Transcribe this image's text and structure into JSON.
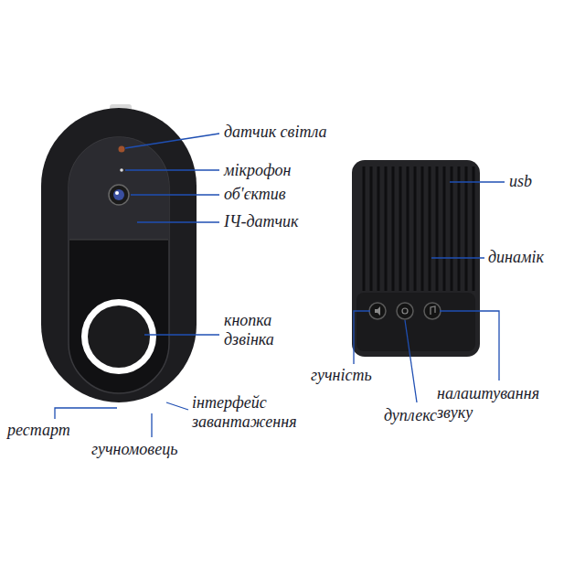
{
  "diagram": {
    "labels": [
      "датчик світла",
      "мікрофон",
      "об'єктив",
      "ІЧ-датчик",
      "кнопка дзвінка",
      "інтерфейс завантаження",
      "рестарт",
      "гучномовець",
      "usb",
      "динамік",
      "гучність",
      "дуплекс",
      "налаштування звуку"
    ]
  }
}
